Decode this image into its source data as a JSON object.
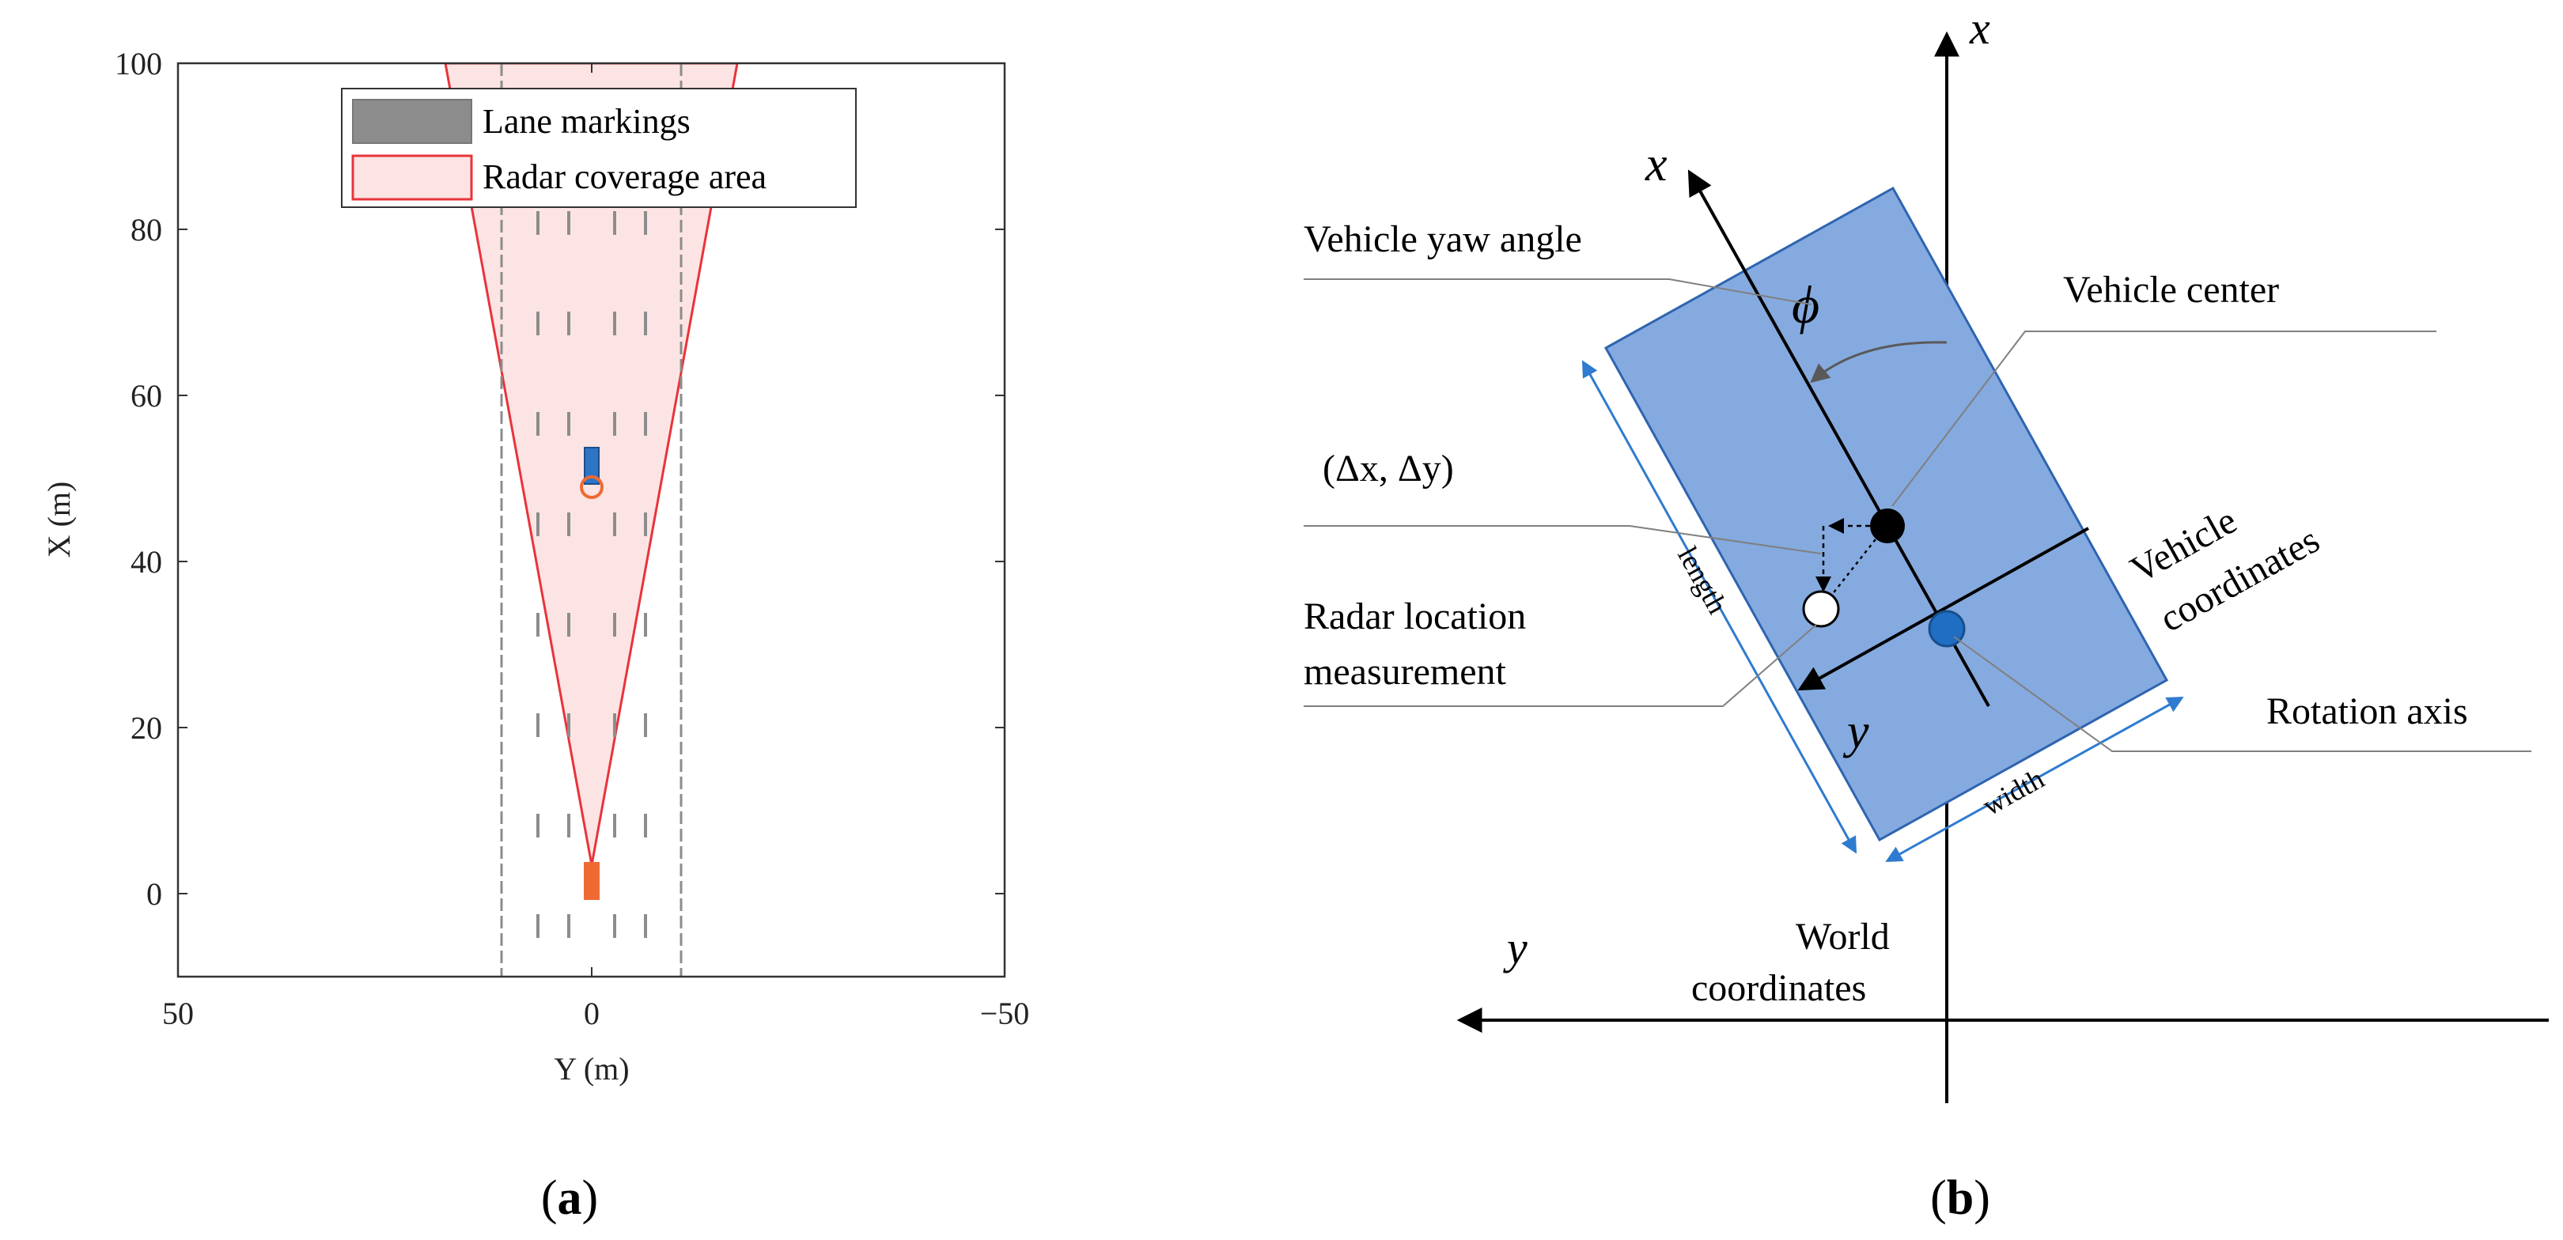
{
  "panel_a": {
    "caption_open": "(",
    "caption_letter": "a",
    "caption_close": ")",
    "xlabel": "Y (m)",
    "ylabel": "X (m)",
    "xticks": [
      "50",
      "0",
      "−50"
    ],
    "yticks": [
      "100",
      "80",
      "60",
      "40",
      "20",
      "0"
    ],
    "legend": {
      "lane": "Lane markings",
      "radar": "Radar coverage area"
    },
    "colors": {
      "radar_fill": "#fde4e4",
      "radar_edge": "#e8343b",
      "lane": "#8c8c8c",
      "vehicle": "#2e75c6",
      "sensor": "#ee6a32"
    }
  },
  "panel_b": {
    "caption_open": "(",
    "caption_letter": "b",
    "caption_close": ")",
    "labels": {
      "yaw_angle": "Vehicle yaw angle",
      "vehicle_center": "Vehicle center",
      "offset": "(Δx, Δy)",
      "radar_meas_line1": "Radar location",
      "radar_meas_line2": "measurement",
      "vehicle_coords_line1": "Vehicle",
      "vehicle_coords_line2": "coordinates",
      "rotation_axis": "Rotation  axis",
      "world_coords_line1": "World",
      "world_coords_line2": "coordinates",
      "length": "length",
      "width": "width",
      "phi": "ϕ",
      "world_x": "x",
      "world_y": "y",
      "veh_x": "x",
      "veh_y": "y"
    },
    "colors": {
      "vehicle_fill": "#85aadf",
      "vehicle_edge": "#2e64b0",
      "dimension": "#2e7bd0",
      "rotation_point": "#1f6ec4"
    }
  }
}
